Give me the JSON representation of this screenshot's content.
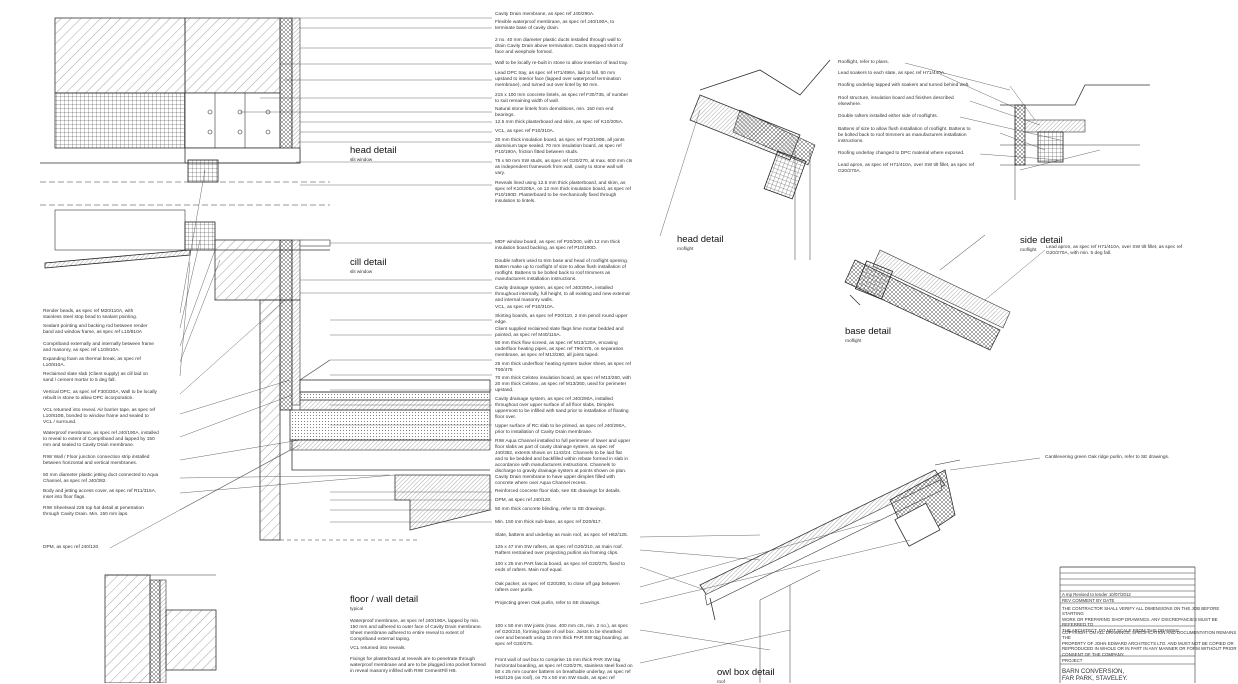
{
  "titles": {
    "head_detail": "head detail",
    "head_detail_sub": "slit window",
    "cill_detail": "cill detail",
    "cill_detail_sub": "slit window",
    "floor_wall": "floor / wall detail",
    "floor_wall_sub": "typical",
    "rooflight_head": "head detail",
    "rooflight_head_sub": "rooflight",
    "rooflight_base": "base detail",
    "rooflight_base_sub": "rooflight",
    "rooflight_side": "side detail",
    "rooflight_side_sub": "rooflight",
    "owl_box": "owl box detail",
    "owl_box_sub": "roof"
  },
  "center_notes": [
    "Cavity Drain membrane, as spec ref J40/290A.",
    "Flexible waterproof membrane, as spec ref J40/190A, to\nterminate base of cavity drain.",
    "2 no. 40 mm diameter plastic ducts installed through wall to\ndrain Cavity Drain above termination. Ducts stopped short of\nface and weephole formed.",
    "Wall to be locally re-built in stone to allow insertion of lead tray.",
    "Lead DPC tray, as spec ref H71/498A, laid to fall. 50 mm\nupstand to interior face (lapped over waterproof termination\nmembrane), and turned out over lintel by 50 mm.",
    "215 x 100 mm concrete lintels, as spec ref F30/735, of number\nto suit remaining width of wall.",
    "Natural stone lintels from demolitions, min. 150 mm end\nbearings.",
    "12.5 mm thick plasterboard and skim, as spec ref K10/205A.",
    "VCL, as spec ref P10/310A.",
    "20 mm thick insulation board, as spec ref P10/190B, all joints\naluminium tape sealed. 70 mm insulation board, as spec ref\nP10/190A, friction fitted between studs.",
    "75 x 50 mm SW studs, as spec ref G20/270, at max. 600 mm cts\nas independent framework from wall, cavity to stone wall will\nvary.",
    "Reveals lined using 12.5 mm thick plasterboard, and skim, as\nspec ref K10/205A, on 12 mm thick insulation board, as spec ref\nP10/190D. Plasterboard to be mechanically fixed through\ninsulation to lintels.",
    "MDF window board, as spec ref P20/200, with 12 mm thick\ninsulation board backing, as spec ref P10/190D.",
    "Double rafters used to trim base and head of rooflight opening.\nBatten make up to rooflight of size to allow flush installation of\nrooflight. Battens to be bolted back to roof trimmers as\nmanufacturers installation instructions.",
    "Cavity drainage system, as spec ref J40/290A, installed\nthroughout internally, full height, to all existing and new external\nand internal masonry walls.",
    "VCL, as spec ref P10/310A.",
    "Skirting boards, as spec ref P20/110, 2 mm pencil round upper\nedge.",
    "Client supplied reclaimed slate flags lime mortar bedded and\npointed, as spec ref M40/115A.",
    "50 mm thick flow screed, as spec ref M13/120A, encasing\nunderfloor heating pipes, as spec ref T90/475, on separation\nmembrane, as spec ref M13/260, all joints taped.",
    "25 mm thick underfloor heating system tacker sheet, as spec ref\nT90/475",
    "70 mm thick Celotex insulation board, as spec ref M13/260, with\n20 mm thick Celotex, as spec ref M13/260, used for perimeter\nupstand.",
    "Cavity drainage system, as spec ref J40/290A, installed\nthroughout over upper surface of all floor slabs. Dimples\nuppermost to be infilled with sand prior to installation of floating\nfloor over.",
    "Upper surface of RC slab to be primed, as spec ref J40/290A,\nprior to installation of Cavity Drain membrane.",
    "RIW Aqua Channel installed to full perimeter of lower and upper\nfloor slabs as part of cavity drainage system, as spec ref\nJ40/382, extents shown on 1143/24. Channels to be laid flat\nand to be bedded and backfilled within rebate formed in slab in\naccordance with manufacturers instructions. Channels to\ndischarge to gravity drainage system at points shown on plan.\nCavity Drain membrane to have upper dimples filled with\nconcrete where over Aqua Channel recess.",
    "Reinforced concrete floor slab, see SE drawings for details.",
    "DPM, as spec ref J40/120.",
    "50 mm thick concrete blinding, refer to SE drawings.",
    "Min. 150 mm thick sub-base, as spec ref D20/617.",
    "Slate, battens and underlay as main roof, as spec ref H62/125.",
    "125 x 47 mm SW rafters, as spec ref G20/210, as main roof.\nRafters restrained over projecting purlins via framing clips.",
    "100 x 25 mm PAR fascia board, as spec ref G20/275, fixed to\nends of rafters. Main roof equal.",
    "Oak packer, as spec ref G20/280, to close off gap between\nrafters over purlin.",
    "Projecting green Oak purlin, refer to SE drawings.",
    "100 x 50 mm SW joists (max. 400 mm cts, min. 2 no.), as spec\nref G20/210, forming base of owl box. Joists to be sheathed\nover and beneath using 15 mm thick PAR SW t&g boarding, as\nspec ref G20/275.",
    "Front wall of owl box to comprise 15 mm thick PAR SW t&g\nhorizontal boarding, as spec ref G20/275, stainless steel fixed on\n50 x 25 mm counter battens on breathable underlay, as spec ref\nH62/125 (as roof), on 75 x 50 mm SW studs, as spec ref"
  ],
  "left_notes": [
    "Render beads, as spec ref M20/110A, with\nstainless steel stop bead to sealant pointing.",
    "Sealant pointing and backing rod between render\nband and window frame, as spec ref L10/810A",
    "Compriband externally and internally between frame\nand masonry, as spec ref L10/810A.",
    "Expanding foam as thermal break, as spec ref\nL10/810A.",
    "Reclaimed slate slab (Client supply) as cill laid on\nsand / cement mortar to 5 deg fall.",
    "Vertical DPC, as spec ref F30/330A, Wall to be locally\nrebuilt in stone to allow DPC incorporation.",
    "VCL returned into reveal. Air barrier tape, as spec ref\nL10/810B, bonded to window frame and sealed to\nVCL / surround.",
    "Waterproof membrane, as spec ref J40/190A, installed\nto reveal to extent of Compriband and lapped by 150\nmm and sealed to Cavity Drain membrane.",
    "RIW Wall / Floor junction connection strip installed\nbetween horizontal and vertical membranes.",
    "50 mm diameter plastic jetting duct connected to Aqua\nChannel, as spec ref J40/382.",
    "Body and jetting access cover, as spec ref R11/315A,\ninset into floor flags.",
    "RIW Sheetseal 226 top hat detail at penetration\nthrough Cavity Drain. Min. 150 mm laps.",
    "DPM, as spec ref J40/120."
  ],
  "floor_notes": [
    "Waterproof membrane, as spec ref J40/190A, lapped by min.\n150 mm and adhered to outer face of Cavity Drain membrane.\nSheet membrane adhered to entire reveal to extent of\nCompriband external taping.",
    "VCL returned into reveals.",
    "Fixings for plasterboard at reveals are to penetrate through\nwaterproof membrane and are to be plugged into pocket formed\nin reveal masonry infilled with RIW CementFill HB."
  ],
  "right_notes": [
    "Rooflight, refer to plans.",
    "Lead soakers to each slate, as spec ref H71/440A.",
    "Roofing underlay tapped with soakers and turned behind welt.",
    "Roof structure, insulation board and finishes described\nelsewhere.",
    "Double rafters installed either side of rooflights.",
    "Battens of size to allow flush installation of rooflight. Battens to\nbe bolted back to roof trimmers as manufacturers installation\ninstructions.",
    "Roofing underlay changed to DPC material where exposed.",
    "Lead apron, as spec ref H71/410A, over SW tilt fillet, as spec ref\nG20/270A."
  ],
  "side_note": "Lead apron, as spec ref H71/410A, over SW tilt fillet, as spec ref\nG20/270A, with min. 5 deg fall.",
  "purlin_note": "Cantilevering green Oak ridge purlin, refer to SE drawings.",
  "title_block": {
    "revision_row": "A   mp   Revised to tender   10/07/2012",
    "rev_headers": "REV   COMMENT                      BY      DATE",
    "disclaimer": "THE CONTRACTOR SHALL VERIFY ALL DIMENSIONS ON THE JOB BEFORE STARTING\nWORK OR PREPARING SHOP DRAWINGS. ANY DISCREPANCIES MUST BE REFERRED TO\nTHE ARCHITECT. DO NOT SCALE FROM THIS DRAWING.",
    "copyright": "COPYRIGHT ON ALL DRAWINGS, SPECIFICATION AND DOCUMENTATION REMAINS THE\nPROPERTY OF JOHN EDWARD ARCHITECTS LTD. AND MUST NOT BE COPIED OR\nREPRODUCED IN WHOLE OR IN PART IN ANY MANNER OR FORM WITHOUT PRIOR\nCONSENT OF THE COMPANY.",
    "project_label": "PROJECT",
    "project_line1": "BARN CONVERSION,",
    "project_line2": "FAR PARK, STAVELEY."
  }
}
